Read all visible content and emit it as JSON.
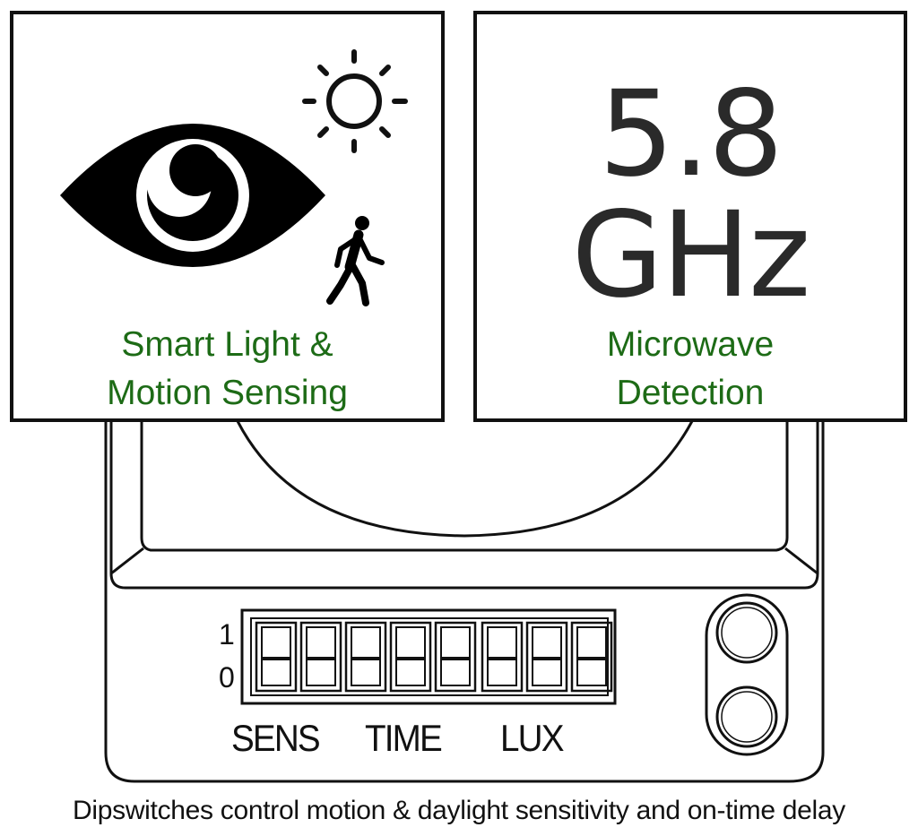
{
  "panels": {
    "light_motion": {
      "label_line1": "Smart Light &",
      "label_line2": "Motion Sensing",
      "icons": [
        "eye-icon",
        "sun-icon",
        "walking-person-icon"
      ]
    },
    "microwave": {
      "value": "5.8",
      "unit": "GHz",
      "label_line1": "Microwave",
      "label_line2": "Detection"
    }
  },
  "dip": {
    "on_label": "1",
    "off_label": "0",
    "groups": [
      {
        "label": "SENS",
        "switches": 2
      },
      {
        "label": "TIME",
        "switches": 3
      },
      {
        "label": "LUX",
        "switches": 3
      }
    ]
  },
  "caption": "Dipswitches control motion & daylight sensitivity and on-time delay",
  "colors": {
    "label_green": "#1d6b16",
    "line": "#111111"
  }
}
